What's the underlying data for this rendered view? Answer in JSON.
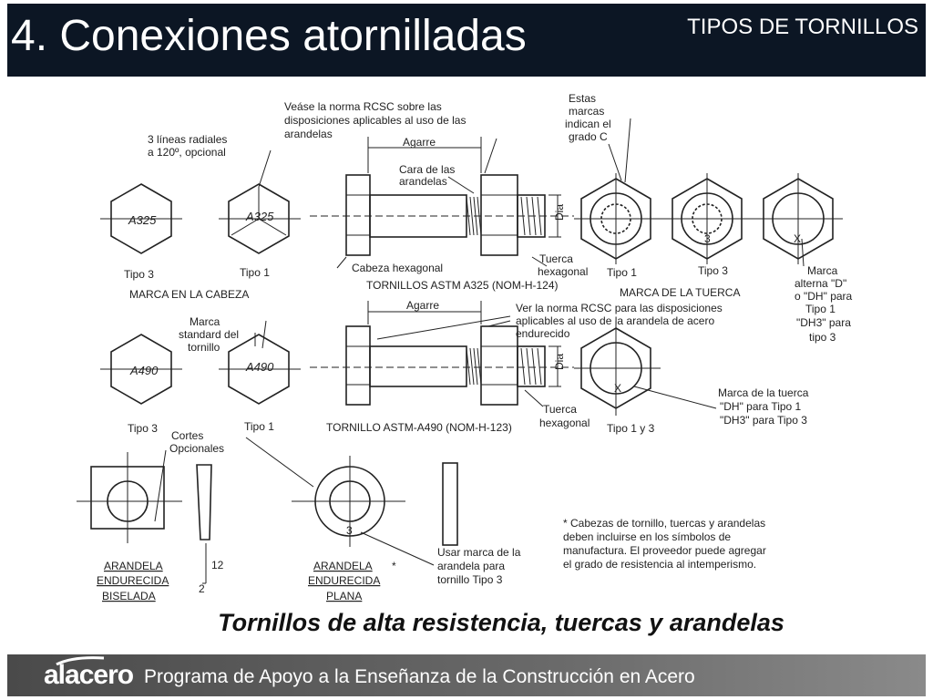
{
  "header": {
    "title": "4. Conexiones atornilladas",
    "subtitle": "TIPOS DE TORNILLOS"
  },
  "diagram": {
    "labels": {
      "radial_lines": "3 líneas radiales",
      "radial_lines_2": "a 120º, opcional",
      "rcsc_note_1": "Veáse la norma RCSC sobre las",
      "rcsc_note_2": "disposiciones aplicables al uso de las",
      "rcsc_note_3": "arandelas",
      "agarre_top": "Agarre",
      "cara_arandelas_1": "Cara de las",
      "cara_arandelas_2": "arandelas",
      "dia_top": "Dia",
      "estas_marcas_1": "Estas",
      "estas_marcas_2": "marcas",
      "estas_marcas_3": "indican el",
      "estas_marcas_4": "grado C",
      "a325_1": "A325",
      "a325_2": "A325",
      "tipo3_head": "Tipo 3",
      "tipo1_head": "Tipo 1",
      "marca_cabeza": "MARCA EN LA CABEZA",
      "cabeza_hexagonal": "Cabeza hexagonal",
      "tornillos_a325": "TORNILLOS ASTM A325 (NOM-H-124)",
      "tuerca_hex_1a": "Tuerca",
      "tuerca_hex_1b": "hexagonal",
      "tipo1_nut": "Tipo 1",
      "tipo3_nut": "Tipo 3",
      "marca_tuerca": "MARCA DE LA TUERCA",
      "nut_mark_3": "3",
      "nut_mark_x": "X",
      "marca_alterna_1": "Marca",
      "marca_alterna_2": "alterna \"D\"",
      "marca_alterna_3": "o \"DH\" para",
      "marca_alterna_4": "Tipo 1",
      "marca_alterna_5": "\"DH3\" para",
      "marca_alterna_6": "tipo 3",
      "marca_standard_1": "Marca",
      "marca_standard_2": "standard del",
      "marca_standard_3": "tornillo",
      "a490_1": "A490",
      "a490_2": "A490",
      "agarre_mid": "Agarre",
      "rcsc_mid_1": "Ver la norma RCSC para las disposiciones",
      "rcsc_mid_2": "aplicables al uso de la arandela de acero",
      "rcsc_mid_3": "endurecido",
      "dia_mid": "Dia",
      "tipo3_mid": "Tipo 3",
      "tipo1_mid": "Tipo 1",
      "cortes_1": "Cortes",
      "cortes_2": "Opcionales",
      "tornillo_a490": "TORNILLO ASTM-A490 (NOM-H-123)",
      "tuerca_hex_2a": "Tuerca",
      "tuerca_hex_2b": "hexagonal",
      "tipo_1y3": "Tipo 1 y 3",
      "marca_tuerca_1": "Marca de la tuerca",
      "marca_tuerca_2": "\"DH\" para Tipo 1",
      "marca_tuerca_3": "\"DH3\" para Tipo 3",
      "nut_mid_x": "X",
      "washer_mark_3": "3",
      "arandela_bis_1": "ARANDELA",
      "arandela_bis_2": "ENDURECIDA",
      "arandela_bis_3": "BISELADA",
      "slope_12": "12",
      "slope_2": "2",
      "arandela_pl_1": "ARANDELA",
      "arandela_pl_2": "ENDURECIDA",
      "arandela_pl_3": "PLANA",
      "asterisk": "*",
      "usar_marca_1": "Usar marca de la",
      "usar_marca_2": "arandela para",
      "usar_marca_3": "tornillo Tipo 3",
      "nota_1": "* Cabezas de tornillo, tuercas y arandelas",
      "nota_2": "deben incluirse en los símbolos de",
      "nota_3": "manufactura. El proveedor puede agregar",
      "nota_4": "el grado de resistencia al intemperismo."
    }
  },
  "caption": "Tornillos de alta resistencia, tuercas y arandelas",
  "footer": {
    "brand": "alacero",
    "tagline": "Programa de Apoyo a la Enseñanza de la Construcción en Acero"
  }
}
